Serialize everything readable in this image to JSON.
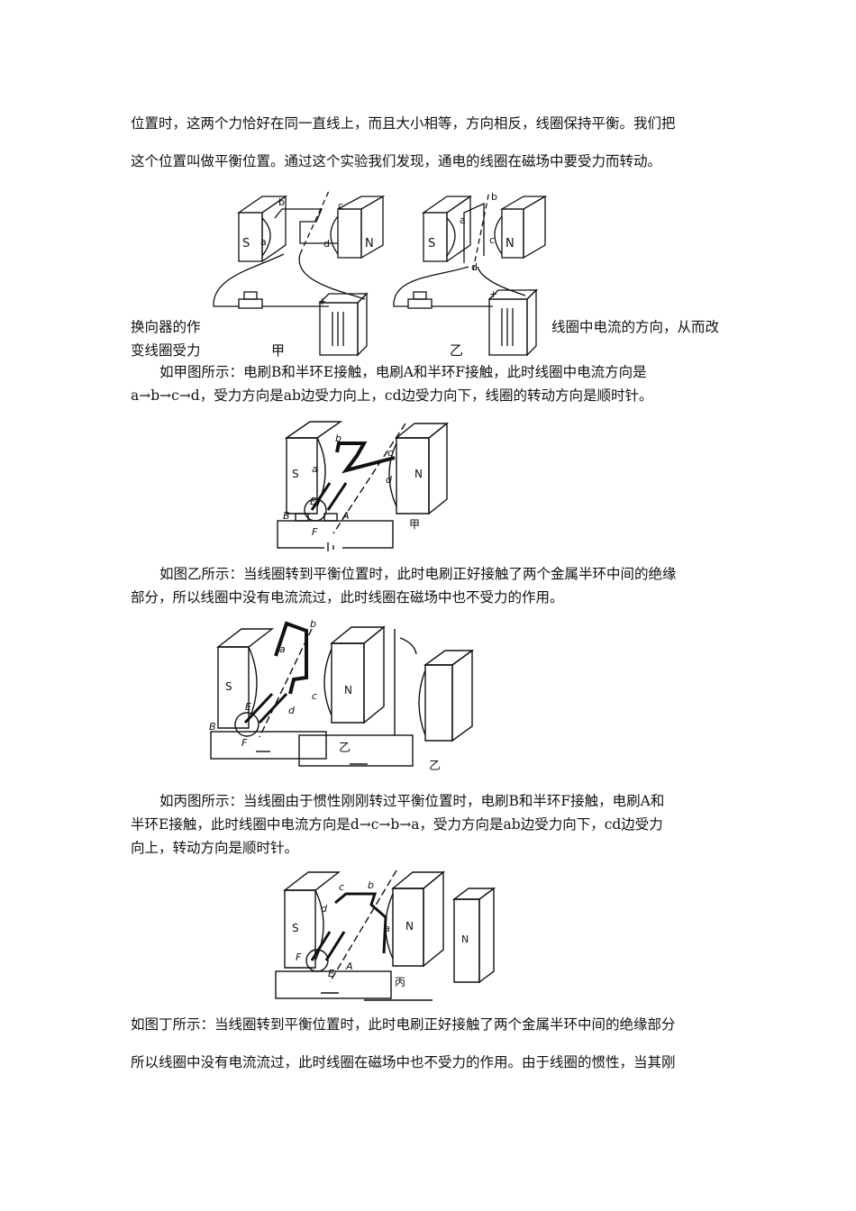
{
  "para1": {
    "line1": "位置时，这两个力恰好在同一直线上，而且大小相等，方向相反，线圈保持平衡。我们把",
    "line2": "这个位置叫做平衡位置。通过这个实验我们发现，通电的线圈在磁场中要受力而转动。"
  },
  "para2": {
    "left1": "换向器的作",
    "right1": "线圈中电流的方向，从而改",
    "left2": "变线圈受力"
  },
  "fig1": {
    "left": {
      "caption": "甲",
      "magnet_s": "S",
      "magnet_n": "N",
      "labels": [
        "a",
        "b",
        "c",
        "d"
      ],
      "plus": "+",
      "minus": "−"
    },
    "right": {
      "caption": "乙",
      "magnet_s": "S",
      "magnet_n": "N",
      "labels": [
        "a",
        "b",
        "c",
        "d"
      ],
      "plus": "+",
      "minus": "−"
    }
  },
  "para3": {
    "line1": "如甲图所示：电刷B和半环E接触，电刷A和半环F接触，此时线圈中电流方向是",
    "line2": "a→b→c→d，受力方向是ab边受力向上，cd边受力向下，线圈的转动方向是顺时针。"
  },
  "fig2": {
    "caption": "甲",
    "magnet_s": "S",
    "magnet_n": "N",
    "labels": [
      "a",
      "b",
      "c",
      "d",
      "E",
      "B",
      "F",
      "A"
    ]
  },
  "para4": {
    "line1": "如图乙所示：当线圈转到平衡位置时，此时电刷正好接触了两个金属半环中间的绝缘",
    "line2": "部分，所以线圈中没有电流流过，此时线圈在磁场中也不受力的作用。"
  },
  "fig3": {
    "caption_left": "乙",
    "caption_right": "乙",
    "magnet_s": "S",
    "magnet_n": "N",
    "labels": [
      "a",
      "b",
      "c",
      "d",
      "E",
      "B",
      "F"
    ]
  },
  "para5": {
    "line1": "如丙图所示：当线圈由于惯性刚刚转过平衡位置时，电刷B和半环F接触，电刷A和",
    "line2": "半环E接触，此时线圈中电流方向是d→c→b→a，受力方向是ab边受力向下，cd边受力",
    "line3": "向上，转动方向是顺时针。"
  },
  "fig4": {
    "caption": "丙",
    "magnet_s": "S",
    "magnet_n": "N",
    "labels": [
      "a",
      "b",
      "c",
      "d",
      "E",
      "F",
      "A"
    ]
  },
  "para6": {
    "line1": "如图丁所示：当线圈转到平衡位置时，此时电刷正好接触了两个金属半环中间的绝缘部分",
    "line2": "所以线圈中没有电流流过，此时线圈在磁场中也不受力的作用。由于线圈的惯性，当其刚"
  }
}
